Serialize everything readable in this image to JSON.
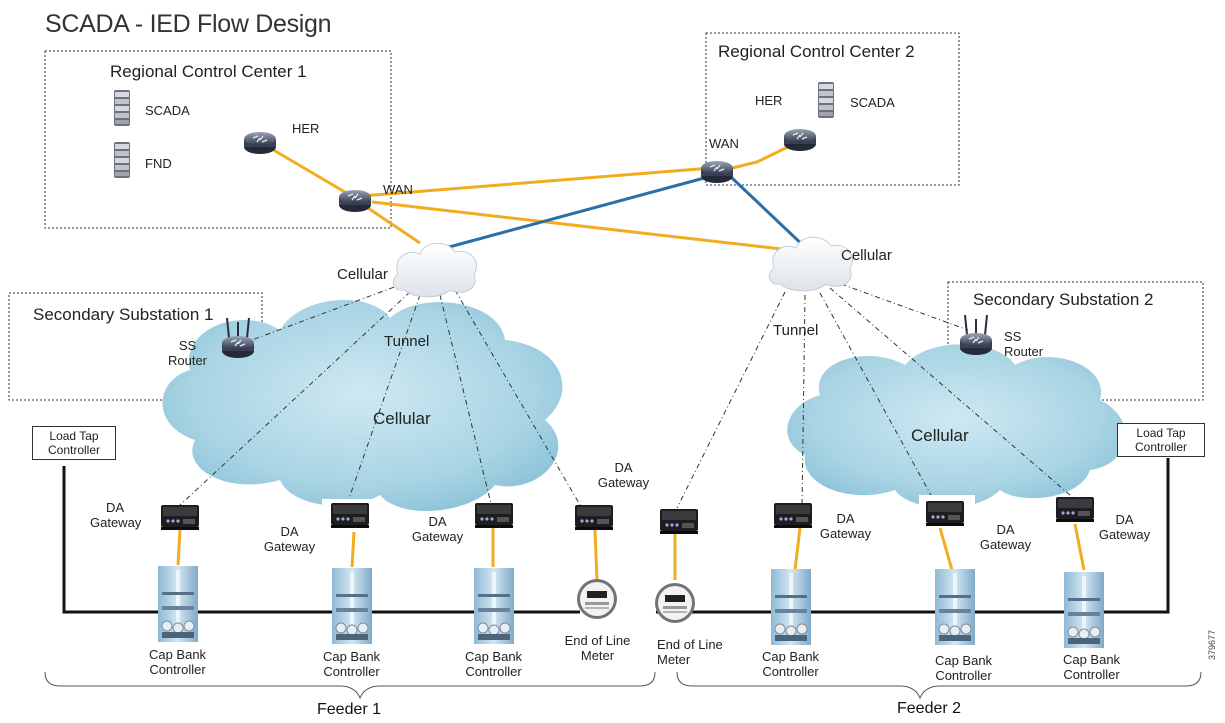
{
  "title": "SCADA - IED Flow  Design",
  "control_centers": {
    "rcc1": {
      "label": "Regional Control Center 1",
      "scada": "SCADA",
      "fnd": "FND",
      "her": "HER",
      "wan": "WAN"
    },
    "rcc2": {
      "label": "Regional Control Center 2",
      "her": "HER",
      "scada": "SCADA",
      "wan": "WAN"
    }
  },
  "substations": {
    "ss1": {
      "label": "Secondary Substation 1",
      "router_line1": "SS",
      "router_line2": "Router"
    },
    "ss2": {
      "label": "Secondary Substation 2",
      "router_line1": "SS",
      "router_line2": "Router"
    }
  },
  "cellular": {
    "cloud_left": "Cellular",
    "cloud_right": "Cellular",
    "coverage_left": "Cellular",
    "coverage_right": "Cellular",
    "tunnel_left": "Tunnel",
    "tunnel_right": "Tunnel"
  },
  "load_tap_controller": {
    "line1": "Load  Tap",
    "line2": "Controller"
  },
  "da_gateway": {
    "line1": "DA",
    "line2": "Gateway"
  },
  "cap_bank": {
    "line1": "Cap  Bank",
    "line2": "Controller"
  },
  "meter": {
    "line1": "End of Line",
    "line2": "Meter"
  },
  "feeders": {
    "f1": "Feeder 1",
    "f2": "Feeder 2"
  },
  "figure_number": "379677",
  "colors": {
    "wan_link": "#f2ad1f",
    "tunnel_link": "#2b6fa8",
    "cloud": "#a9d4e4",
    "feeder_line": "#111111"
  }
}
